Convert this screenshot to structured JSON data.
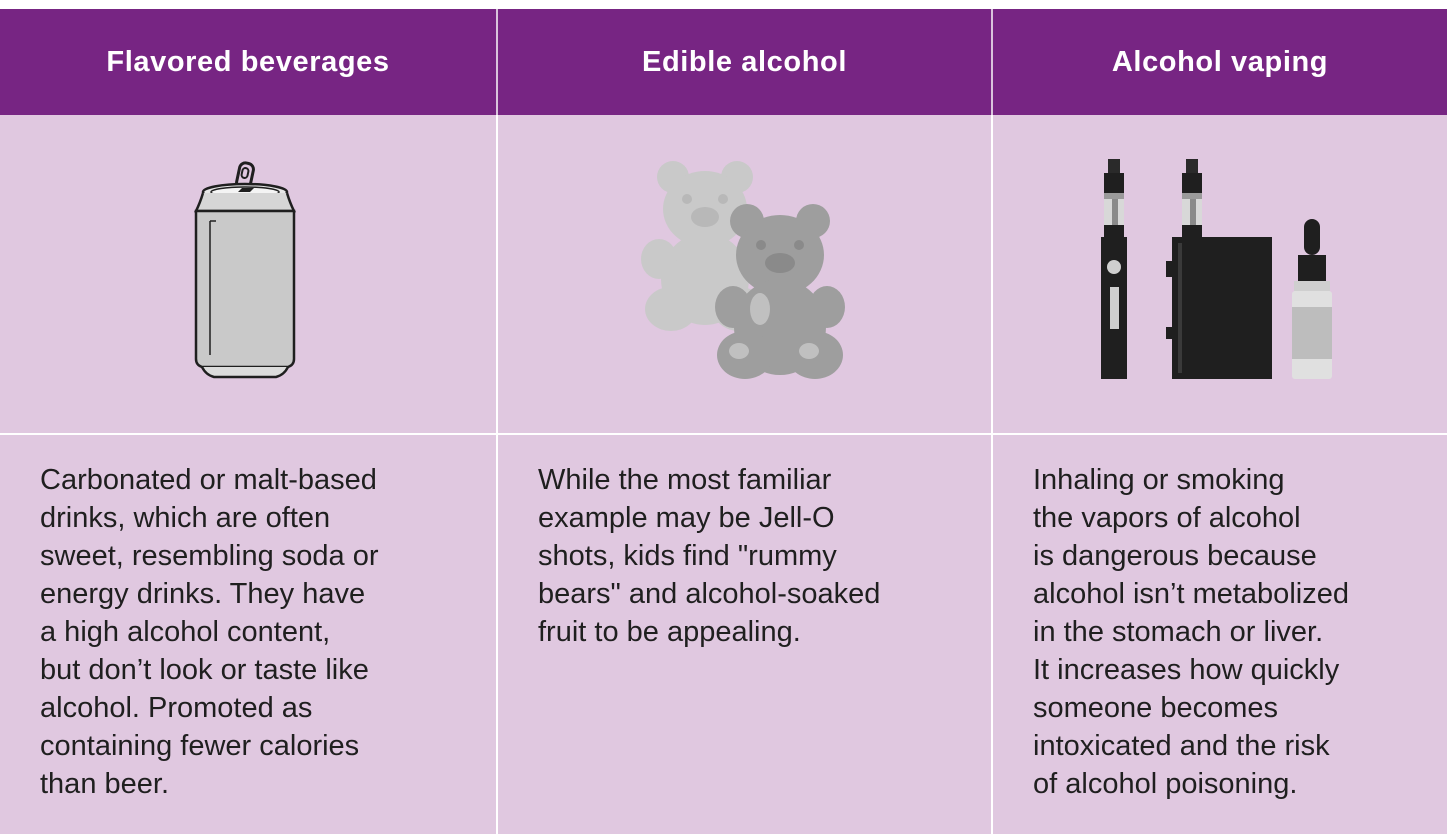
{
  "columns": [
    {
      "title": "Flavored beverages",
      "icon": "soda-can-icon",
      "description": "Carbonated or malt-based\ndrinks, which are often\nsweet, resembling soda or\nenergy drinks. They have\na high alcohol content,\nbut don’t look or taste like\nalcohol. Promoted as\ncontaining fewer calories\nthan beer."
    },
    {
      "title": "Edible alcohol",
      "icon": "gummy-bears-icon",
      "description": "While the most familiar\nexample may be Jell-O\nshots, kids find \"rummy\nbears\" and alcohol-soaked\nfruit to be appealing."
    },
    {
      "title": "Alcohol vaping",
      "icon": "vape-devices-icon",
      "description": "Inhaling or smoking\nthe vapors of alcohol\nis dangerous because\nalcohol isn’t metabolized\nin the stomach or liver.\nIt increases how quickly\nsomeone becomes\nintoxicated and the risk\nof alcohol poisoning."
    }
  ],
  "colors": {
    "header_bg": "#772583",
    "cell_bg": "#e0c8e0",
    "text": "#1f1f1f"
  }
}
